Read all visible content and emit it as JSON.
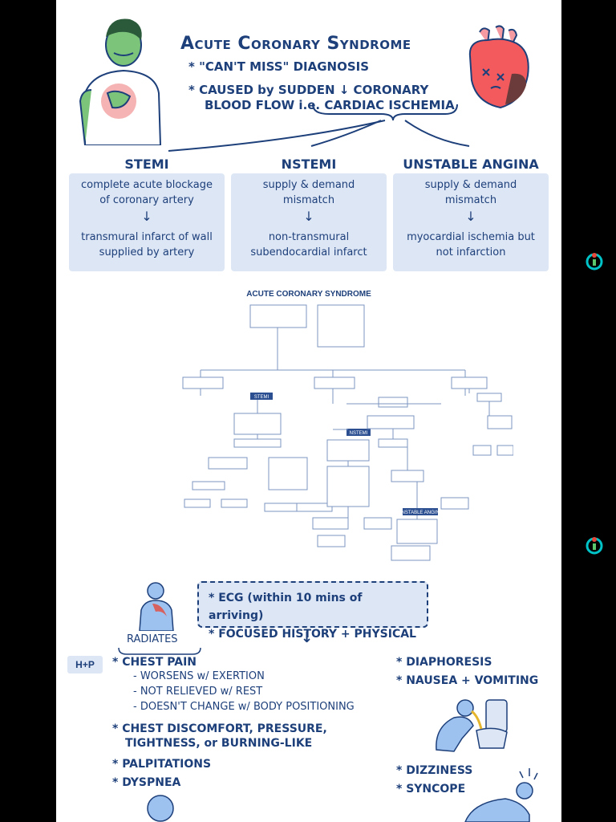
{
  "header": {
    "title": "Acute Coronary Syndrome",
    "bullet1": "* \"CAN'T MISS\" DIAGNOSIS",
    "bullet2": "* CAUSED by SUDDEN ↓ CORONARY",
    "bullet2_cont": "BLOOD FLOW i.e. CARDIAC ISCHEMIA"
  },
  "columns": [
    {
      "heading": "STEMI",
      "top_text": "complete acute blockage of coronary artery",
      "arrow": "↓",
      "bottom_text": "transmural infarct of wall supplied by artery"
    },
    {
      "heading": "NSTEMI",
      "top_text": "supply & demand mismatch",
      "arrow": "↓",
      "bottom_text": "non-transmural subendocardial infarct"
    },
    {
      "heading": "UNSTABLE ANGINA",
      "top_text": "supply & demand mismatch",
      "arrow": "↓",
      "bottom_text": "myocardial ischemia but not infarction"
    }
  ],
  "flowchart": {
    "title": "ACUTE CORONARY SYNDROME",
    "labels": [
      "STEMI",
      "NSTEMI",
      "UNSTABLE ANGINA"
    ]
  },
  "ecg_box": {
    "line1": "* ECG (within 10 mins of arriving)",
    "line2": "* FOCUSED HISTORY + PHYSICAL"
  },
  "hp": {
    "badge": "H+P",
    "radiates": "RADIATES",
    "left": [
      {
        "text": "* CHEST PAIN",
        "bold": true
      },
      {
        "text": "- WORSENS w/ EXERTION",
        "bold": false
      },
      {
        "text": "- NOT RELIEVED w/ REST",
        "bold": false
      },
      {
        "text": "- DOESN'T CHANGE w/ BODY POSITIONING",
        "bold": false
      },
      {
        "text": "* CHEST DISCOMFORT, PRESSURE,",
        "bold": true
      },
      {
        "text": "TIGHTNESS, or BURNING-LIKE",
        "bold": true
      },
      {
        "text": "* PALPITATIONS",
        "bold": true
      },
      {
        "text": "* DYSPNEA",
        "bold": true
      }
    ],
    "right": [
      {
        "text": "* DIAPHORESIS"
      },
      {
        "text": "* NAUSEA + VOMITING"
      },
      {
        "text": "* DIZZINESS"
      },
      {
        "text": "* SYNCOPE"
      }
    ]
  },
  "colors": {
    "navy": "#1d3f7a",
    "box_fill": "#dde6f5",
    "app_icon_ring": "#00c2c7",
    "app_icon_accent": "#e5483b"
  }
}
